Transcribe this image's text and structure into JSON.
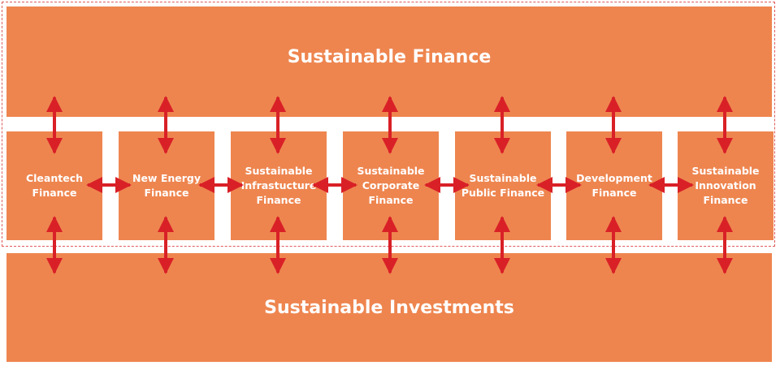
{
  "top_band": {
    "label": "Sustainable Finance"
  },
  "bottom_band": {
    "label": "Sustainable Investments"
  },
  "boxes": [
    {
      "label_lines": [
        "Cleantech",
        "Finance"
      ]
    },
    {
      "label_lines": [
        "New Energy",
        "Finance"
      ]
    },
    {
      "label_lines": [
        "Sustainable",
        "Infrastucture",
        "Finance"
      ]
    },
    {
      "label_lines": [
        "Sustainable",
        "Corporate",
        "Finance"
      ]
    },
    {
      "label_lines": [
        "Sustainable",
        "Public Finance"
      ]
    },
    {
      "label_lines": [
        "Development",
        "Finance"
      ]
    },
    {
      "label_lines": [
        "Sustainable",
        "Innovation",
        "Finance"
      ]
    }
  ],
  "colors": {
    "block_fill": "#ee854f",
    "arrow": "#d92027",
    "frame": "#e05a5a",
    "text": "#ffffff"
  }
}
